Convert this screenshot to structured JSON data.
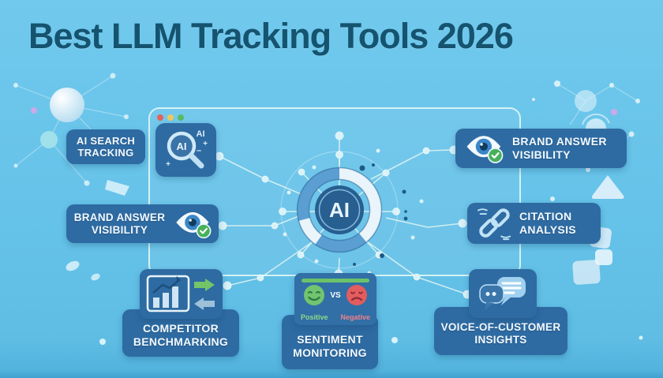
{
  "title": "Best LLM Tracking Tools 2026",
  "hub": {
    "label": "AI"
  },
  "features": {
    "ai_search_tracking": {
      "label": "AI SEARCH\nTRACKING"
    },
    "brand_answer_visibility_left": {
      "label": "BRAND ANSWER\nVISIBILITY"
    },
    "competitor_benchmarking": {
      "label": "COMPETITOR\nBENCHMARKING"
    },
    "sentiment_monitoring": {
      "label": "SENTIMENT\nMONITORING",
      "positive_label": "Positive",
      "vs_label": "VS",
      "negative_label": "Negative"
    },
    "brand_answer_visibility_right": {
      "label": "BRAND ANSWER\nVISIBILITY"
    },
    "citation_analysis": {
      "label": "CITATION\nANALYSIS"
    },
    "voice_of_customer_insights": {
      "label": "VOICE-OF-CUSTOMER\nINSIGHTS"
    }
  },
  "icons": {
    "magnifier_lens_text": "AI",
    "magnifier_caption": "AI",
    "plus": "+",
    "minus": "–"
  },
  "colors": {
    "background": "#66c2e8",
    "title_text": "#15536f",
    "box_fill": "#2e6ba2",
    "box_text": "#f3f9fd",
    "accent_green": "#5cb85f",
    "accent_red": "#e35d5f",
    "hub_ring_blue": "#5b9ed2",
    "hub_core": "#275f91",
    "connector_line": "#e7f7f3",
    "traffic_red": "#e2635c",
    "traffic_yellow": "#edc95c",
    "traffic_green": "#59b964"
  }
}
